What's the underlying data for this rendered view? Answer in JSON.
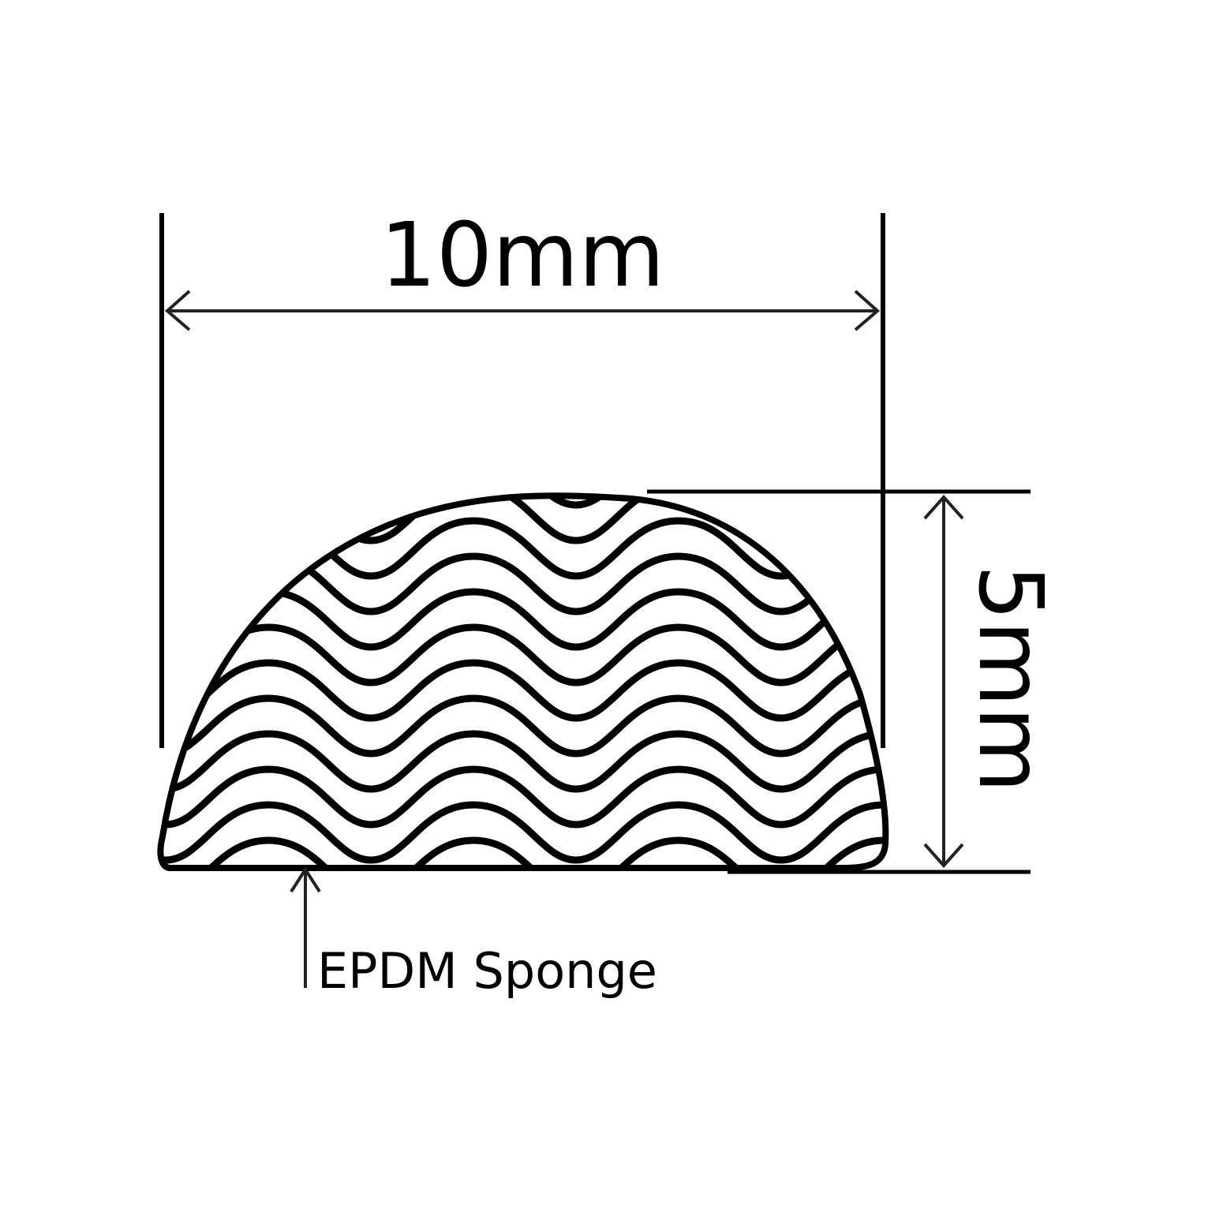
{
  "diagram": {
    "type": "profile-cross-section",
    "shape": "half-round (D-profile)",
    "material_label": "EPDM Sponge",
    "width_dimension": {
      "label": "10mm",
      "value": 10,
      "unit": "mm",
      "orientation": "horizontal"
    },
    "height_dimension": {
      "label": "5mm",
      "value": 5,
      "unit": "mm",
      "orientation": "vertical"
    },
    "fill_pattern": "wavy-hatch (sponge texture)",
    "colors": {
      "stroke": "#000000",
      "background": "#ffffff"
    }
  }
}
